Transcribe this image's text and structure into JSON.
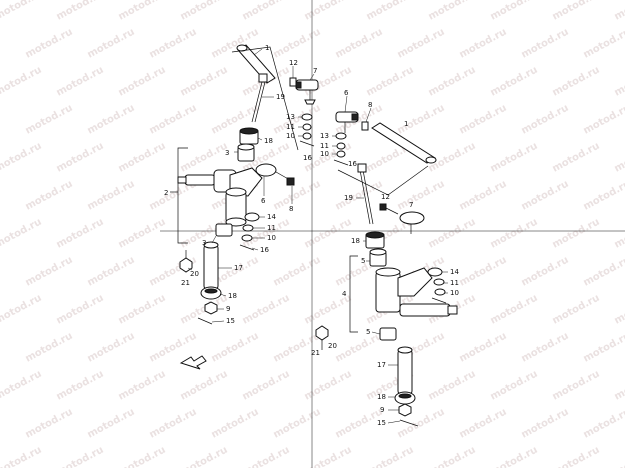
{
  "watermark": {
    "text": "motod.ru",
    "color": "#d9c9c9"
  },
  "colors": {
    "line": "#111111",
    "background": "#ffffff"
  },
  "arrow_icon": "front-direction-arrow-icon",
  "callouts": [
    {
      "id": "l1a",
      "text": "1"
    },
    {
      "id": "l12a",
      "text": "12"
    },
    {
      "id": "l7a",
      "text": "7"
    },
    {
      "id": "l19a",
      "text": "19"
    },
    {
      "id": "l13a",
      "text": "13"
    },
    {
      "id": "l11a",
      "text": "11"
    },
    {
      "id": "l10a",
      "text": "10"
    },
    {
      "id": "l16a",
      "text": "16"
    },
    {
      "id": "l18a",
      "text": "18"
    },
    {
      "id": "l3a",
      "text": "3"
    },
    {
      "id": "l2a",
      "text": "2"
    },
    {
      "id": "l6a",
      "text": "6"
    },
    {
      "id": "l8a",
      "text": "8"
    },
    {
      "id": "l14a",
      "text": "14"
    },
    {
      "id": "l11b",
      "text": "11"
    },
    {
      "id": "l10b",
      "text": "10"
    },
    {
      "id": "l16b",
      "text": "16"
    },
    {
      "id": "l3b",
      "text": "3"
    },
    {
      "id": "l20a",
      "text": "20"
    },
    {
      "id": "l21a",
      "text": "21"
    },
    {
      "id": "l17a",
      "text": "17"
    },
    {
      "id": "l18b",
      "text": "18"
    },
    {
      "id": "l9a",
      "text": "9"
    },
    {
      "id": "l15a",
      "text": "15"
    },
    {
      "id": "l6b",
      "text": "6"
    },
    {
      "id": "l8b",
      "text": "8"
    },
    {
      "id": "l1b",
      "text": "1"
    },
    {
      "id": "l13b",
      "text": "13"
    },
    {
      "id": "l11c",
      "text": "11"
    },
    {
      "id": "l10c",
      "text": "10"
    },
    {
      "id": "l16c",
      "text": "16"
    },
    {
      "id": "l19b",
      "text": "19"
    },
    {
      "id": "l12b",
      "text": "12"
    },
    {
      "id": "l7b",
      "text": "7"
    },
    {
      "id": "l18c",
      "text": "18"
    },
    {
      "id": "l5a",
      "text": "5"
    },
    {
      "id": "l4a",
      "text": "4"
    },
    {
      "id": "l14b",
      "text": "14"
    },
    {
      "id": "l11d",
      "text": "11"
    },
    {
      "id": "l10d",
      "text": "10"
    },
    {
      "id": "l5b",
      "text": "5"
    },
    {
      "id": "l20b",
      "text": "20"
    },
    {
      "id": "l21b",
      "text": "21"
    },
    {
      "id": "l17b",
      "text": "17"
    },
    {
      "id": "l18d",
      "text": "18"
    },
    {
      "id": "l9b",
      "text": "9"
    },
    {
      "id": "l15b",
      "text": "15"
    }
  ]
}
